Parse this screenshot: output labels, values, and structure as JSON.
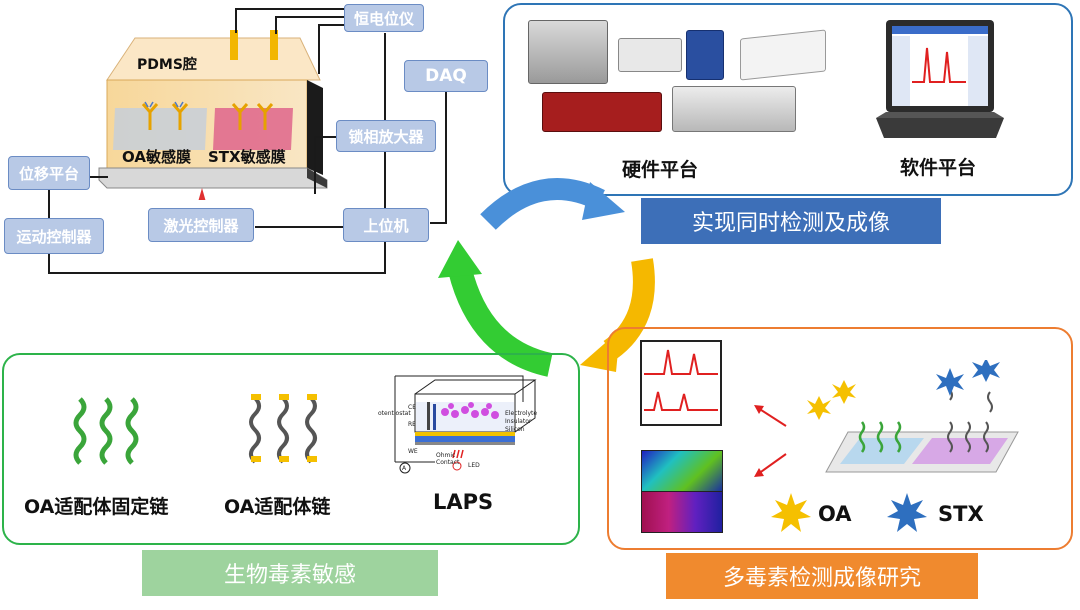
{
  "left_system": {
    "chamber_label": "PDMS腔",
    "oa_film_label": "OA敏感膜",
    "stx_film_label": "STX敏感膜",
    "boxes": {
      "potentiostat": "恒电位仪",
      "daq": "DAQ",
      "lockin": "锁相放大器",
      "stage": "位移平台",
      "motion": "运动控制器",
      "laser": "激光控制器",
      "host": "上位机"
    }
  },
  "top_right": {
    "hardware_label": "硬件平台",
    "software_label": "软件平台",
    "banner": "实现同时检测及成像"
  },
  "bottom_left": {
    "fixed_chain_label": "OA适配体固定链",
    "chain_label": "OA适配体链",
    "laps_label": "LAPS",
    "laps_text": {
      "potentiostat": "otentiostat",
      "ce": "CE",
      "re": "RE",
      "we": "WE",
      "electrolyte": "Electrolyte",
      "insulator": "Insulator",
      "silicon": "Silicon",
      "ohmic": "Ohmic",
      "contact": "Contact",
      "led": "LED",
      "ammeter": "A"
    },
    "banner": "生物毒素敏感"
  },
  "bottom_right": {
    "oa_legend": "OA",
    "stx_legend": "STX",
    "banner": "多毒素检测成像研究"
  },
  "colors": {
    "box_fill": "#b8c9e6",
    "blue_arrow": "#4a90d9",
    "yellow_arrow": "#f5b800",
    "green_arrow": "#33cc33",
    "top_panel_border": "#2e75b6",
    "left_panel_border": "#2db34a",
    "right_panel_border": "#ed7d31",
    "blue_banner": "#3d6fb8",
    "green_banner": "#9ed39e",
    "orange_banner": "#f08a2e"
  }
}
